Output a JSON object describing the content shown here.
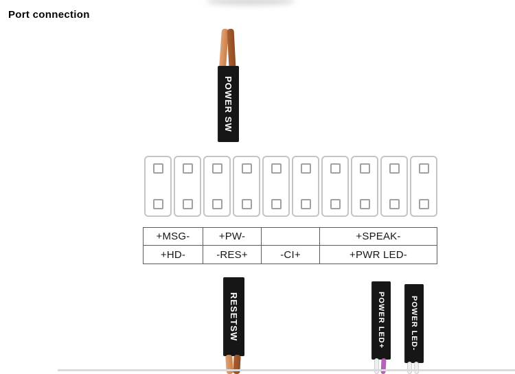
{
  "title": "Port connection",
  "connectors": {
    "power_sw": {
      "label": "POWER SW"
    },
    "reset_sw": {
      "label": "RESETSW"
    },
    "power_led_plus": {
      "label": "POWER LED+"
    },
    "power_led_minus": {
      "label": "POWER LED-"
    }
  },
  "pin_header": {
    "columns": 10,
    "pins_per_column": 2
  },
  "pin_table": {
    "rows": [
      {
        "cells": [
          "+MSG-",
          "+PW-",
          "",
          "+SPEAK-"
        ]
      },
      {
        "cells": [
          "+HD-",
          "-RES+",
          "-CI+",
          "+PWR LED-"
        ]
      }
    ]
  },
  "colors": {
    "connector_body": "#161616",
    "connector_text": "#ffffff",
    "wire_copper_light": "#c97f4a",
    "wire_copper_dark": "#a95f30",
    "wire_purple": "#b95fc0",
    "wire_white": "#efefef",
    "table_border": "#5a5a5a",
    "cell_border": "#c4c4c4",
    "pin_border": "#a0a0a0"
  }
}
